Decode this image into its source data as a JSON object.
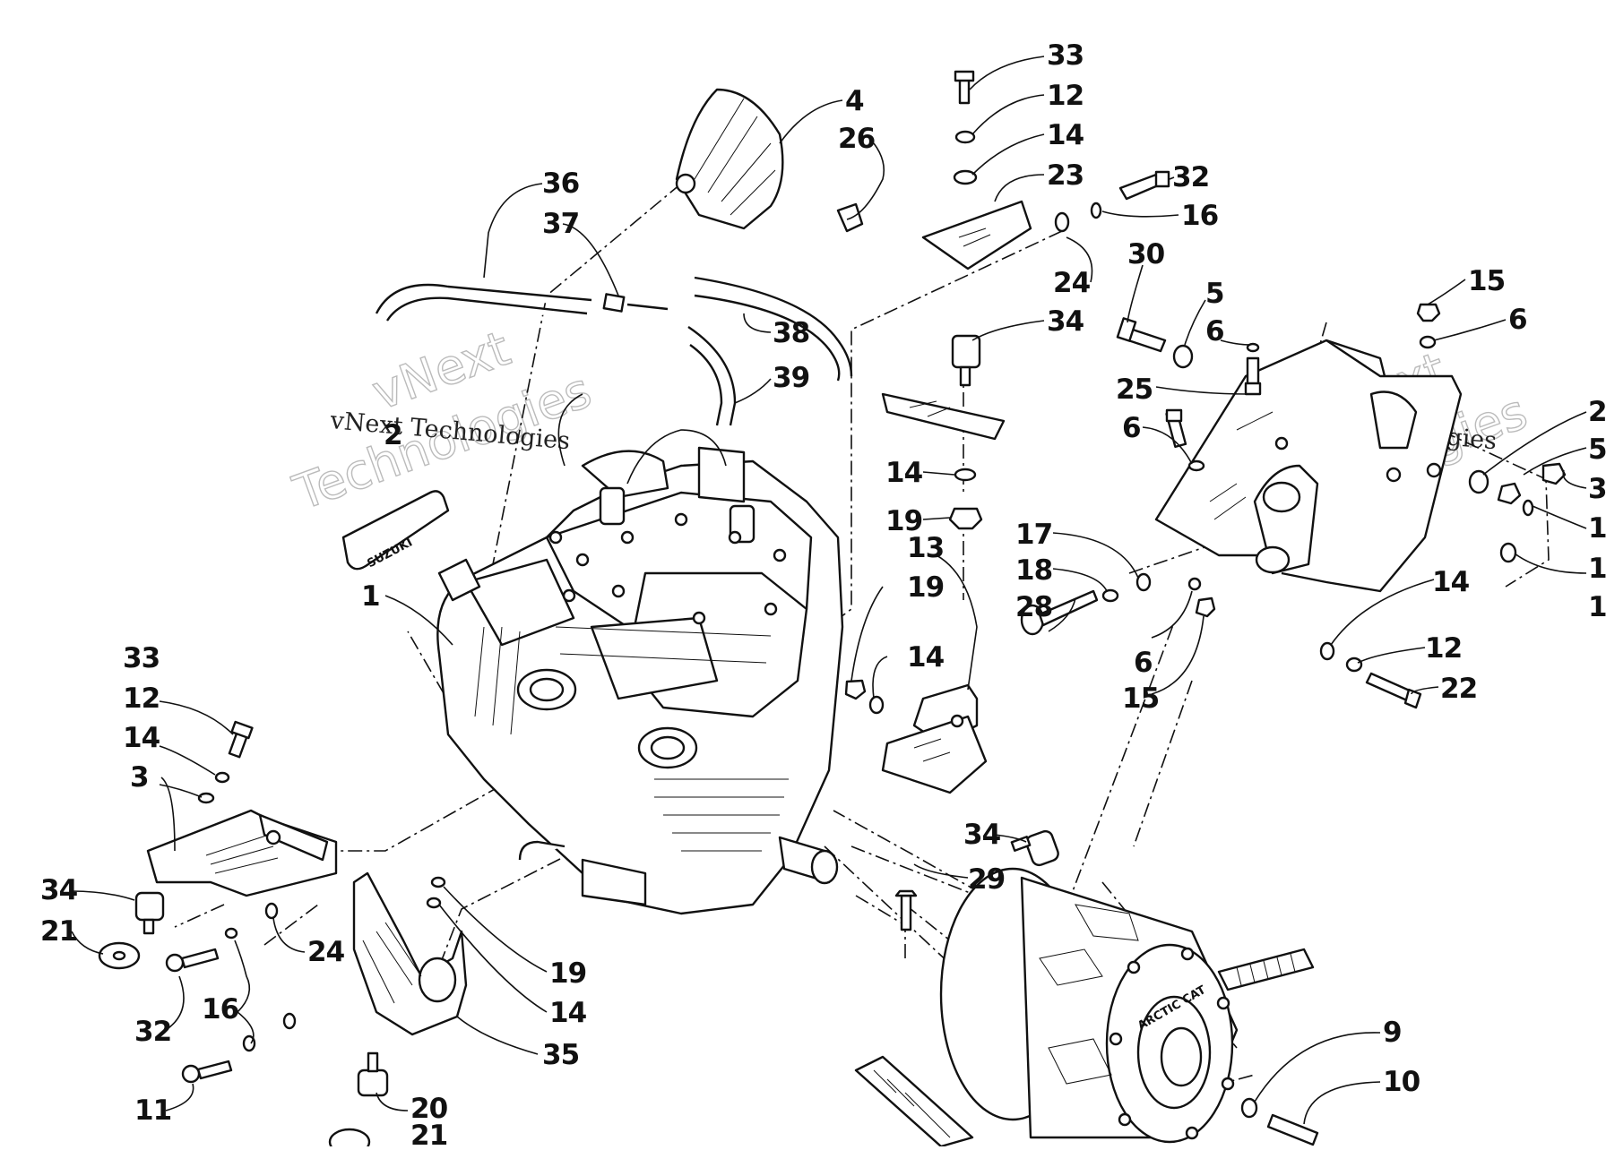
{
  "callouts": [
    {
      "id": "c33a",
      "text": "33"
    },
    {
      "id": "c12a",
      "text": "12"
    },
    {
      "id": "c14a",
      "text": "14"
    },
    {
      "id": "c23",
      "text": "23"
    },
    {
      "id": "c32a",
      "text": "32"
    },
    {
      "id": "c16a",
      "text": "16"
    },
    {
      "id": "c4",
      "text": "4"
    },
    {
      "id": "c26",
      "text": "26"
    },
    {
      "id": "c36",
      "text": "36"
    },
    {
      "id": "c37",
      "text": "37"
    },
    {
      "id": "c38",
      "text": "38"
    },
    {
      "id": "c39",
      "text": "39"
    },
    {
      "id": "c24a",
      "text": "24"
    },
    {
      "id": "c34a",
      "text": "34"
    },
    {
      "id": "c30",
      "text": "30"
    },
    {
      "id": "c5a",
      "text": "5"
    },
    {
      "id": "c6a",
      "text": "6"
    },
    {
      "id": "c25",
      "text": "25"
    },
    {
      "id": "c6b",
      "text": "6"
    },
    {
      "id": "c15a",
      "text": "15"
    },
    {
      "id": "c6c",
      "text": "6"
    },
    {
      "id": "c2r",
      "text": "2"
    },
    {
      "id": "c5r",
      "text": "5"
    },
    {
      "id": "c3r",
      "text": "3"
    },
    {
      "id": "c1r1",
      "text": "1"
    },
    {
      "id": "c1r2",
      "text": "1"
    },
    {
      "id": "c1r3",
      "text": "1"
    },
    {
      "id": "c14b",
      "text": "14"
    },
    {
      "id": "c19a",
      "text": "19"
    },
    {
      "id": "c2",
      "text": "2"
    },
    {
      "id": "c17",
      "text": "17"
    },
    {
      "id": "c18",
      "text": "18"
    },
    {
      "id": "c28",
      "text": "28"
    },
    {
      "id": "c6d",
      "text": "6"
    },
    {
      "id": "c15b",
      "text": "15"
    },
    {
      "id": "c14c",
      "text": "14"
    },
    {
      "id": "c12b",
      "text": "12"
    },
    {
      "id": "c22",
      "text": "22"
    },
    {
      "id": "c13",
      "text": "13"
    },
    {
      "id": "c19b",
      "text": "19"
    },
    {
      "id": "c14d",
      "text": "14"
    },
    {
      "id": "c1",
      "text": "1"
    },
    {
      "id": "c33b",
      "text": "33"
    },
    {
      "id": "c12c",
      "text": "12"
    },
    {
      "id": "c14e",
      "text": "14"
    },
    {
      "id": "c3",
      "text": "3"
    },
    {
      "id": "c34b",
      "text": "34"
    },
    {
      "id": "c21a",
      "text": "21"
    },
    {
      "id": "c32b",
      "text": "32"
    },
    {
      "id": "c16b",
      "text": "16"
    },
    {
      "id": "c24b",
      "text": "24"
    },
    {
      "id": "c11",
      "text": "11"
    },
    {
      "id": "c34c",
      "text": "34"
    },
    {
      "id": "c29",
      "text": "29"
    },
    {
      "id": "c19c",
      "text": "19"
    },
    {
      "id": "c14f",
      "text": "14"
    },
    {
      "id": "c35",
      "text": "35"
    },
    {
      "id": "c20",
      "text": "20"
    },
    {
      "id": "c21b",
      "text": "21"
    },
    {
      "id": "c9",
      "text": "9"
    },
    {
      "id": "c10",
      "text": "10"
    }
  ],
  "watermark": {
    "line1": "vNext Technologies",
    "big_top": "vNext",
    "big_bottom": "Technologies"
  },
  "logos": {
    "suzuki_badge": "SUZUKI",
    "clutch_brand": "ARCTIC CAT"
  }
}
